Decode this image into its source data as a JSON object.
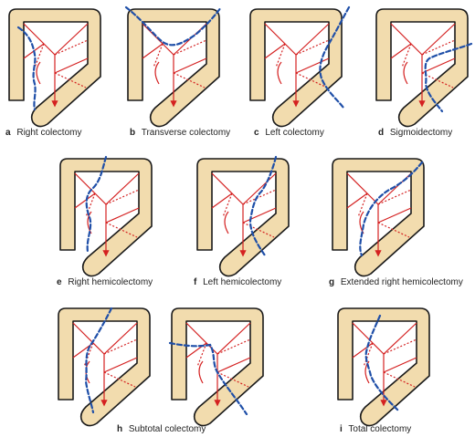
{
  "colors": {
    "colon_fill": "#f2dcae",
    "colon_stroke": "#1a1a1a",
    "artery": "#d42020",
    "resection": "#1f4fa8",
    "label": "#222222"
  },
  "panels": [
    {
      "letter": "a",
      "label": "Right colectomy"
    },
    {
      "letter": "b",
      "label": "Transverse colectomy"
    },
    {
      "letter": "c",
      "label": "Left colectomy"
    },
    {
      "letter": "d",
      "label": "Sigmoidectomy"
    },
    {
      "letter": "e",
      "label": "Right hemicolectomy"
    },
    {
      "letter": "f",
      "label": "Left hemicolectomy"
    },
    {
      "letter": "g",
      "label": "Extended right hemicolectomy"
    },
    {
      "letter": "h",
      "label": "Subtotal colectomy"
    },
    {
      "letter": "i",
      "label": "Total colectomy"
    }
  ]
}
